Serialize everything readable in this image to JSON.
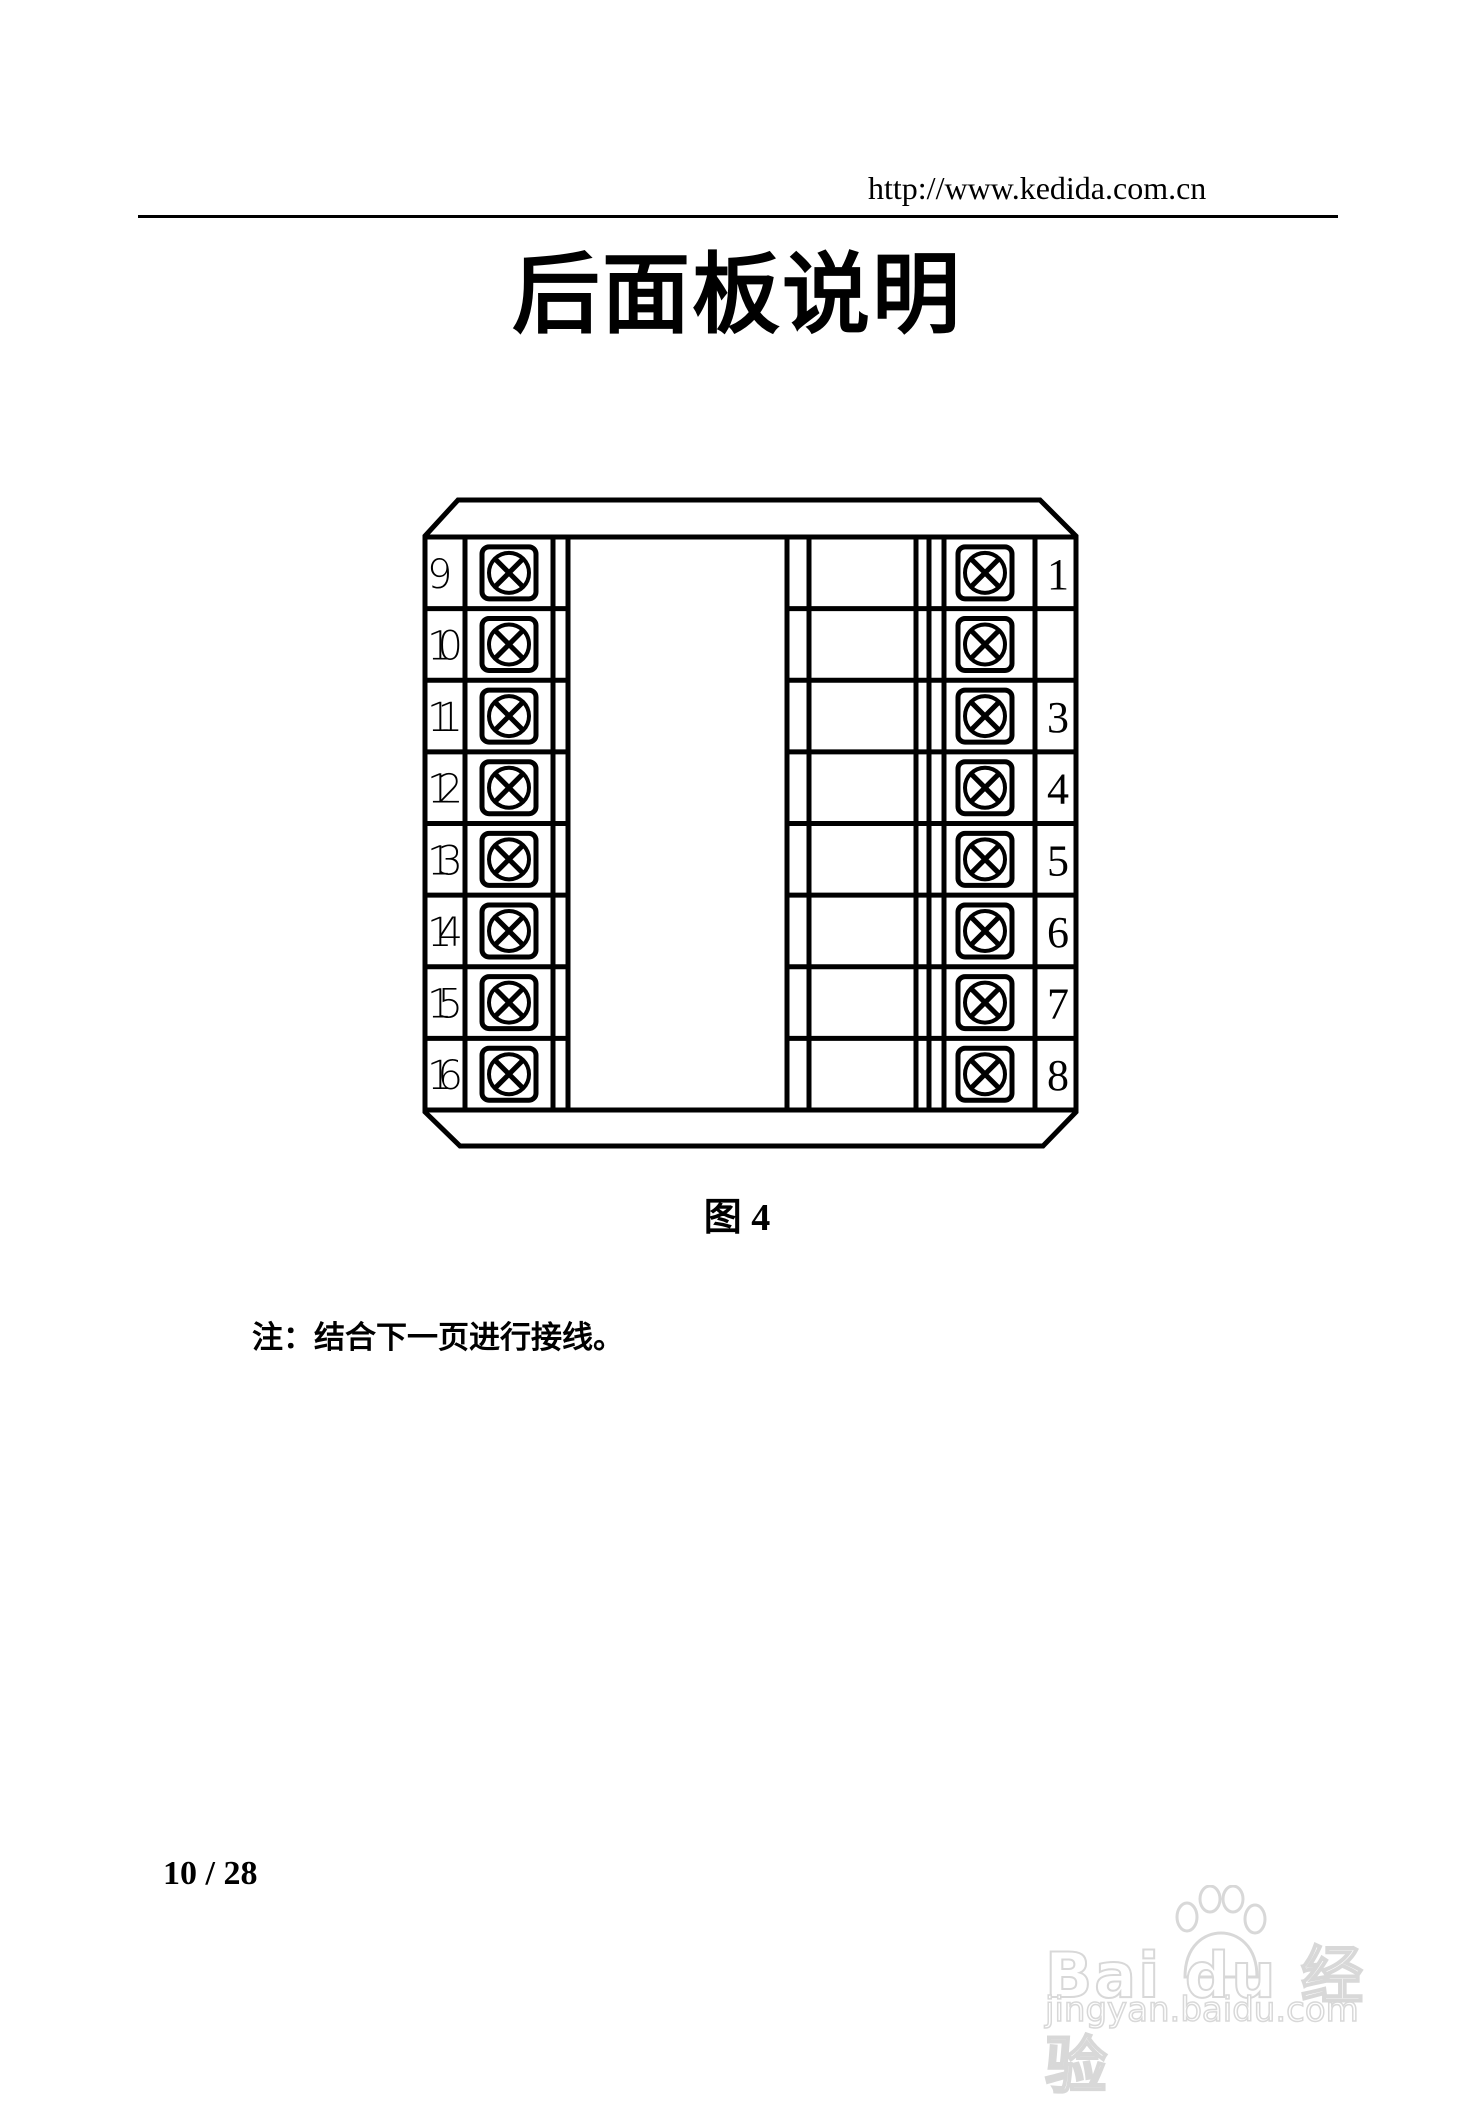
{
  "header": {
    "url": "http://www.kedida.com.cn"
  },
  "page": {
    "title": "后面板说明",
    "figure_caption": "图 4",
    "note": "注：结合下一页进行接线。",
    "page_number": "10 / 28"
  },
  "diagram": {
    "description": "Rear panel terminal block diagram",
    "left_terminals": [
      "9",
      "10",
      "11",
      "12",
      "13",
      "14",
      "15",
      "16"
    ],
    "right_terminals": [
      "1",
      "",
      "3",
      "4",
      "5",
      "6",
      "7",
      "8"
    ],
    "terminal_icon": "screw-terminal-icon"
  },
  "watermark": {
    "brand": "Bai du 经验",
    "url": "jingyan.baidu.com"
  }
}
